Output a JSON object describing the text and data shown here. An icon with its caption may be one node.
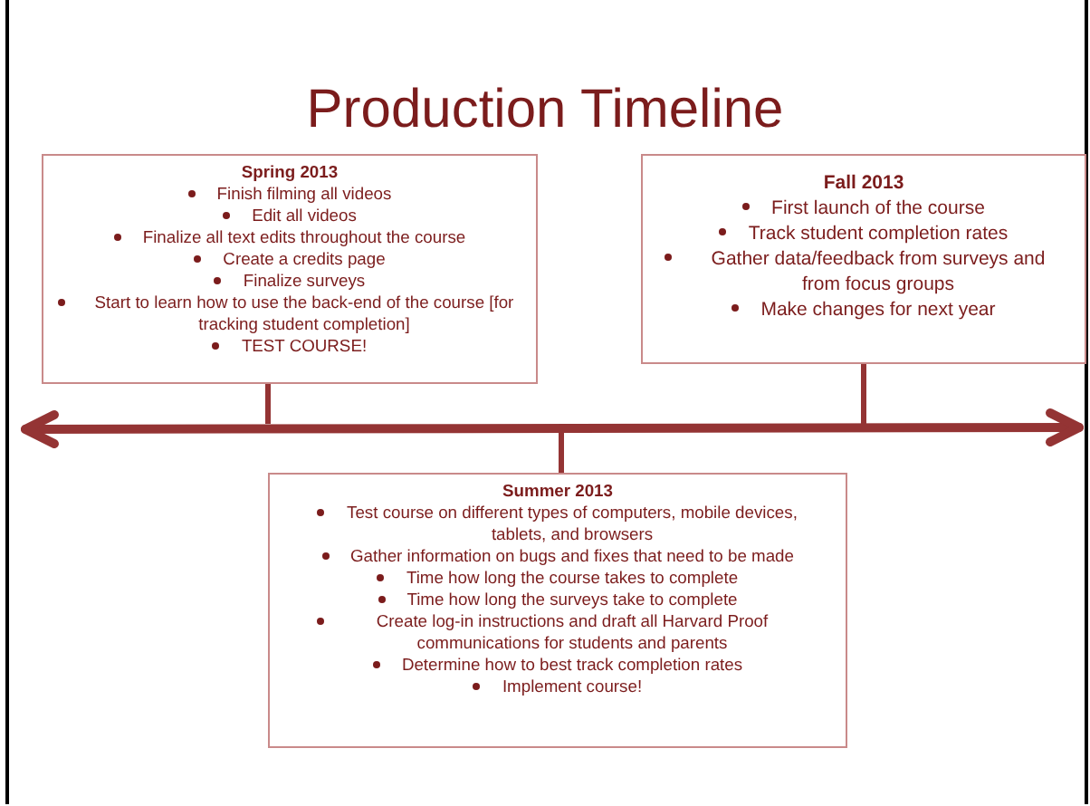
{
  "diagram": {
    "title": "Production Timeline",
    "nodes": [
      {
        "text": [
          "Spring 2013",
          "Finish filming all videos",
          "Edit all videos",
          "Finalize all text edits throughout the course",
          "Create a credits page",
          "Finalize surveys",
          "Start to learn how to use the back-end of the course [for tracking student completion]",
          "TEST COURSE!"
        ]
      },
      {
        "text": [
          "Fall 2013",
          "First launch of the course",
          "Track student completion rates",
          "Gather data/feedback from surveys and from focus groups",
          "Make changes for next year"
        ]
      },
      {
        "text": [
          "Summer 2013",
          "Test course on different types of computers, mobile devices, tablets, and browsers",
          "Gather information on bugs and fixes that need to be made",
          "Time how long the course takes to complete",
          "Time how long the surveys take to complete",
          "Create log-in instructions and draft all Harvard Proof communications  for students and parents",
          "Determine how to best track completion rates",
          "Implement course!"
        ]
      },
      {
        "text": [],
        "shape": "bar"
      }
    ],
    "edges": [
      {
        "from": 0,
        "to": 3,
        "arrow": "none"
      },
      {
        "from": 1,
        "to": 3,
        "arrow": "none"
      },
      {
        "from": 2,
        "to": 3,
        "arrow": "none"
      }
    ]
  }
}
